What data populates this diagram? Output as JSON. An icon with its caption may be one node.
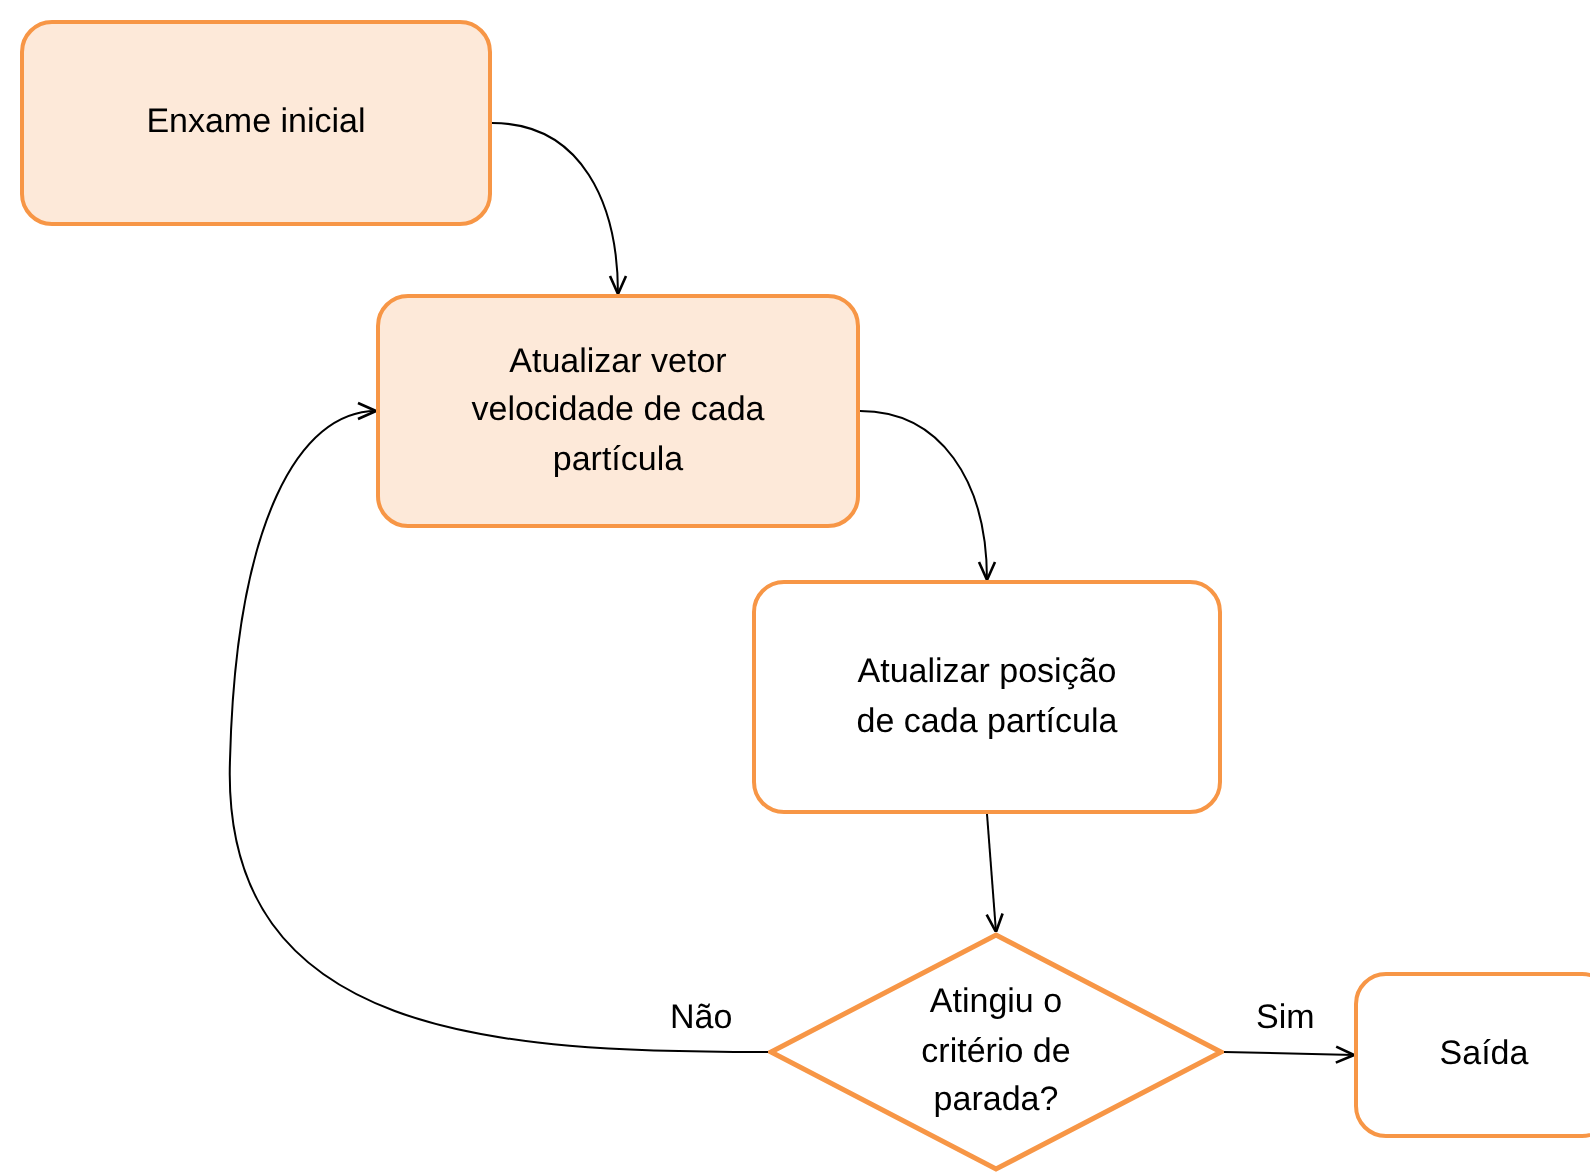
{
  "diagram": {
    "nodes": [
      {
        "text": [
          "Enxame inicial"
        ]
      },
      {
        "text": [
          "Atualizar vetor velocidade de cada partícula"
        ]
      },
      {
        "text": [
          "Atualizar posição de cada partícula"
        ]
      },
      {
        "text": [
          "Atingiu o critério de parada?"
        ]
      },
      {
        "text": [
          "Saída"
        ]
      }
    ],
    "edges": [
      {
        "from": 0,
        "to": 1,
        "arrow": "to"
      },
      {
        "from": 1,
        "to": 2,
        "arrow": "to"
      },
      {
        "from": 2,
        "to": 3,
        "arrow": "to"
      },
      {
        "from": 3,
        "to": 4,
        "arrow": "to",
        "label": "Sim"
      },
      {
        "from": 3,
        "to": 1,
        "arrow": "to",
        "label": "Não"
      }
    ]
  }
}
